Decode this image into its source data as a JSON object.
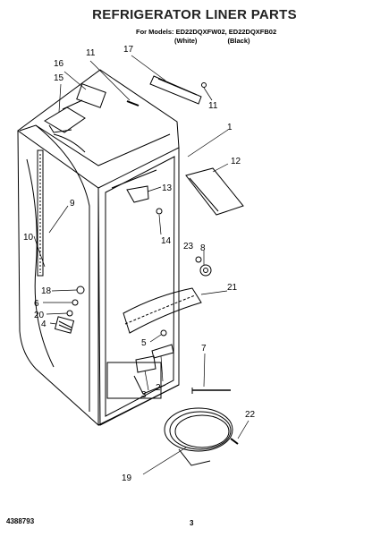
{
  "header": {
    "title": "REFRIGERATOR LINER PARTS",
    "models_label": "For Models:",
    "model_white": "ED22DQXFW02,",
    "model_black": "ED22DQXFB02",
    "color_white": "(White)",
    "color_black": "(Black)"
  },
  "callouts": [
    "16",
    "11",
    "17",
    "15",
    "11",
    "1",
    "12",
    "9",
    "13",
    "14",
    "10",
    "23",
    "8",
    "18",
    "21",
    "6",
    "20",
    "4",
    "5",
    "7",
    "3",
    "2",
    "22",
    "19"
  ],
  "footer": {
    "doc_number": "4388793",
    "page_number": "3"
  }
}
